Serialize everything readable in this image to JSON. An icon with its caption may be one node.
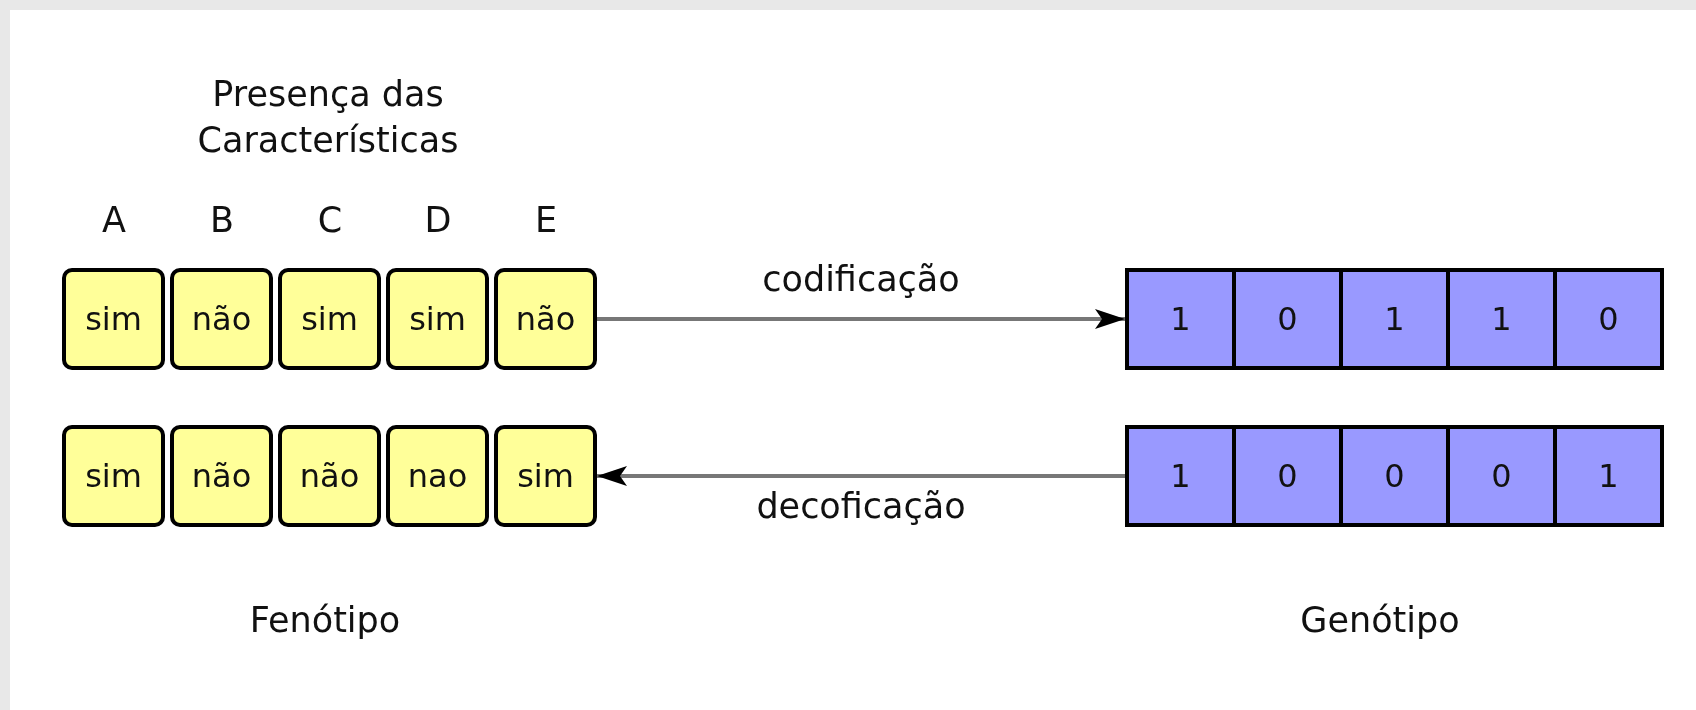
{
  "diagram": {
    "nodes": [
      {
        "text": [
          "sim"
        ]
      },
      {
        "text": [
          "não"
        ]
      },
      {
        "text": [
          "sim"
        ]
      },
      {
        "text": [
          "sim"
        ]
      },
      {
        "text": [
          "não"
        ]
      },
      {
        "text": [
          "1"
        ]
      },
      {
        "text": [
          "0"
        ]
      },
      {
        "text": [
          "1"
        ]
      },
      {
        "text": [
          "1"
        ]
      },
      {
        "text": [
          "0"
        ]
      },
      {
        "text": [
          "sim"
        ]
      },
      {
        "text": [
          "não"
        ]
      },
      {
        "text": [
          "não"
        ]
      },
      {
        "text": [
          "nao"
        ]
      },
      {
        "text": [
          "sim"
        ]
      },
      {
        "text": [
          "1"
        ]
      },
      {
        "text": [
          "0"
        ]
      },
      {
        "text": [
          "0"
        ]
      },
      {
        "text": [
          "0"
        ]
      },
      {
        "text": [
          "1"
        ]
      }
    ],
    "edges": [
      {
        "from": 4,
        "to": 5,
        "arrow": "to",
        "label": "codificação"
      },
      {
        "from": 15,
        "to": 14,
        "arrow": "to",
        "label": "decoficação"
      }
    ],
    "labels": [
      "Presença das Características",
      "A",
      "B",
      "C",
      "D",
      "E",
      "Fenótipo",
      "Genótipo"
    ]
  }
}
